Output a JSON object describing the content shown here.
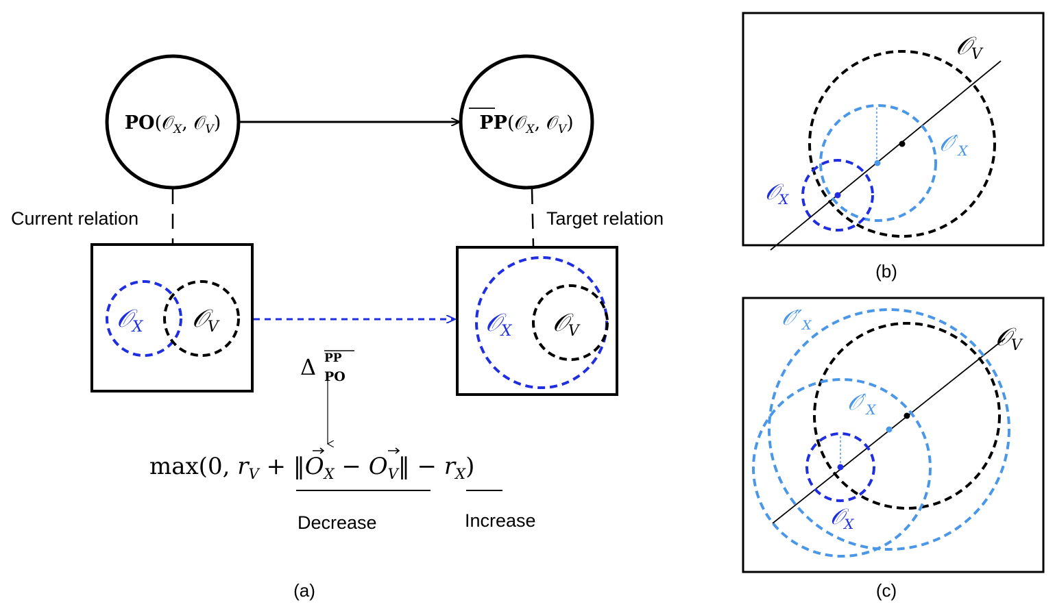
{
  "panel_a": {
    "node_left": {
      "rel": "PO",
      "args": "(𝒪",
      "x": "X",
      "comma": ", 𝒪",
      "v": "V",
      "close": ")"
    },
    "node_right": {
      "rel": "PP",
      "args": "(𝒪",
      "x": "X",
      "comma": ", 𝒪",
      "v": "V",
      "close": ")"
    },
    "current_relation": "Current relation",
    "target_relation": "Target relation",
    "box_left": {
      "ox": "𝒪",
      "ox_sub": "X",
      "ov": "𝒪",
      "ov_sub": "V"
    },
    "box_right": {
      "ox": "𝒪",
      "ox_sub": "X",
      "ov": "𝒪",
      "ov_sub": "V"
    },
    "delta": {
      "symbol": "Δ",
      "sup": "PP",
      "sub": "PO"
    },
    "formula": {
      "part1": "max(0, ",
      "rv": "r",
      "rv_sub": "V",
      "plus": " + ‖",
      "ox": "O",
      "ox_sub": "X",
      "minus": " − ",
      "ov": "O",
      "ov_sub": "V",
      "part2": "‖ − ",
      "rx": "r",
      "rx_sub": "X",
      "close": ")"
    },
    "decrease": "Decrease",
    "increase": "Increase",
    "caption": "(a)"
  },
  "panel_b": {
    "ov": "𝒪",
    "ov_sub": "V",
    "oxp": "𝒪′",
    "oxp_sub": "X",
    "ox": "𝒪",
    "ox_sub": "X",
    "caption": "(b)"
  },
  "panel_c": {
    "oxpp": "𝒪″",
    "oxpp_sub": "X",
    "ov": "𝒪",
    "ov_sub": "V",
    "oxp": "𝒪′",
    "oxp_sub": "X",
    "ox": "𝒪",
    "ox_sub": "X",
    "caption": "(c)"
  },
  "colors": {
    "blue": "#1f2ee0",
    "light_blue": "#4a97e8",
    "black": "#000000"
  }
}
